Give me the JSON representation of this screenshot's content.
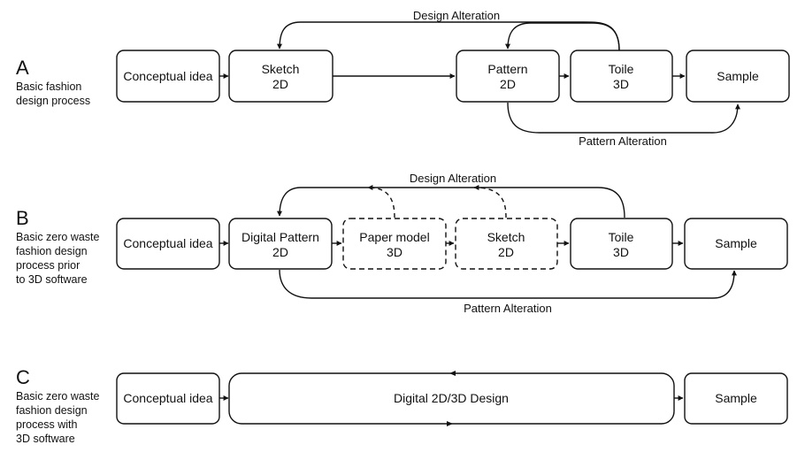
{
  "colors": {
    "stroke": "#111111",
    "background": "#ffffff"
  },
  "sections": [
    {
      "id": "A",
      "letter": "A",
      "description": [
        "Basic fashion",
        "design process"
      ],
      "nodes": [
        {
          "id": "a-idea",
          "lines": [
            "Conceptual idea"
          ],
          "style": "solid"
        },
        {
          "id": "a-sketch",
          "lines": [
            "Sketch",
            "2D"
          ],
          "style": "solid"
        },
        {
          "id": "a-pattern",
          "lines": [
            "Pattern",
            "2D"
          ],
          "style": "solid"
        },
        {
          "id": "a-toile",
          "lines": [
            "Toile",
            "3D"
          ],
          "style": "solid"
        },
        {
          "id": "a-sample",
          "lines": [
            "Sample"
          ],
          "style": "solid"
        }
      ],
      "edges": [
        {
          "from": "a-idea",
          "to": "a-sketch",
          "label": ""
        },
        {
          "from": "a-sketch",
          "to": "a-pattern",
          "label": ""
        },
        {
          "from": "a-pattern",
          "to": "a-toile",
          "label": ""
        },
        {
          "from": "a-toile",
          "to": "a-sample",
          "label": ""
        },
        {
          "from": "a-toile",
          "to": "a-sketch",
          "label": "Design Alteration"
        },
        {
          "from": "a-toile",
          "to": "a-pattern",
          "label": ""
        },
        {
          "from": "a-pattern",
          "to": "a-sample",
          "label": "Pattern Alteration"
        }
      ]
    },
    {
      "id": "B",
      "letter": "B",
      "description": [
        "Basic zero waste",
        "fashion design",
        "process prior",
        "to 3D software"
      ],
      "nodes": [
        {
          "id": "b-idea",
          "lines": [
            "Conceptual idea"
          ],
          "style": "solid"
        },
        {
          "id": "b-digital",
          "lines": [
            "Digital Pattern",
            "2D"
          ],
          "style": "solid"
        },
        {
          "id": "b-paper",
          "lines": [
            "Paper model",
            "3D"
          ],
          "style": "dashed"
        },
        {
          "id": "b-sketch",
          "lines": [
            "Sketch",
            "2D"
          ],
          "style": "dashed"
        },
        {
          "id": "b-toile",
          "lines": [
            "Toile",
            "3D"
          ],
          "style": "solid"
        },
        {
          "id": "b-sample",
          "lines": [
            "Sample"
          ],
          "style": "solid"
        }
      ],
      "edges": [
        {
          "from": "b-idea",
          "to": "b-digital",
          "label": ""
        },
        {
          "from": "b-digital",
          "to": "b-paper",
          "label": ""
        },
        {
          "from": "b-paper",
          "to": "b-sketch",
          "label": ""
        },
        {
          "from": "b-sketch",
          "to": "b-toile",
          "label": ""
        },
        {
          "from": "b-toile",
          "to": "b-sample",
          "label": ""
        },
        {
          "from": "b-toile",
          "to": "b-digital",
          "label": "Design Alteration"
        },
        {
          "from": "b-paper",
          "to": "design-alteration-loop",
          "label": "",
          "style": "dashed"
        },
        {
          "from": "b-sketch",
          "to": "design-alteration-loop",
          "label": "",
          "style": "dashed"
        },
        {
          "from": "b-digital",
          "to": "b-sample",
          "label": "Pattern Alteration"
        }
      ]
    },
    {
      "id": "C",
      "letter": "C",
      "description": [
        "Basic zero waste",
        "fashion design",
        "process with",
        "3D software"
      ],
      "nodes": [
        {
          "id": "c-idea",
          "lines": [
            "Conceptual idea"
          ],
          "style": "solid"
        },
        {
          "id": "c-digital",
          "lines": [
            "Digital 2D/3D Design"
          ],
          "style": "solid"
        },
        {
          "id": "c-sample",
          "lines": [
            "Sample"
          ],
          "style": "solid"
        }
      ],
      "edges": [
        {
          "from": "c-idea",
          "to": "c-digital",
          "label": ""
        },
        {
          "from": "c-digital",
          "to": "c-sample",
          "label": ""
        }
      ]
    }
  ]
}
